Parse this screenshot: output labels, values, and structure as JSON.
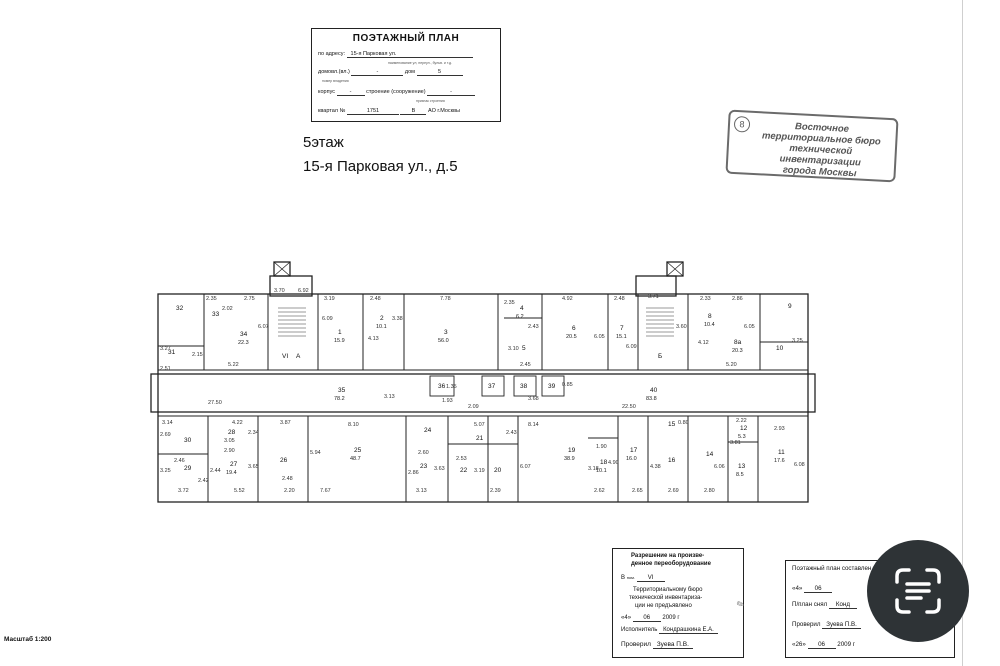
{
  "header": {
    "title": "ПОЭТАЖНЫЙ ПЛАН",
    "address_label": "по адресу:",
    "address_value": "15-я Парковая ул.",
    "address_hint": "наименование ул, переул., бульв. и т.д.",
    "domovl_label": "домовл.(вл.)",
    "domovl_value": "-",
    "dom_label": "дом",
    "dom_value": "5",
    "num_hint": "номер владения",
    "korpus_label": "корпус",
    "korpus_value": "-",
    "stroenie_label": "строение (сооружение)",
    "stroenie_value": "-",
    "type_hint": "признак строения",
    "kvartal_label": "квартал №",
    "kvartal_value": "1751",
    "okrug_prefix": "В",
    "okrug_suffix": "АО г.Москвы"
  },
  "title": {
    "floor": "5этаж",
    "address": "15-я Парковая ул., д.5"
  },
  "stamp": {
    "number": "8",
    "line1": "Восточное",
    "line2": "территориальное бюро",
    "line3": "технической инвентаризации",
    "line4": "города Москвы"
  },
  "plan": {
    "north_rooms": [
      {
        "n": "32"
      },
      {
        "n": "33"
      },
      {
        "n": "31"
      },
      {
        "n": "34",
        "a": "22.3"
      },
      {
        "n": "VI"
      },
      {
        "n": "А"
      },
      {
        "n": "1",
        "a": "15.9"
      },
      {
        "n": "2",
        "a": "10.1"
      },
      {
        "n": "3",
        "a": "56.0"
      },
      {
        "n": "4",
        "a": "6.2"
      },
      {
        "n": "5"
      },
      {
        "n": "6",
        "a": "20.5"
      },
      {
        "n": "7",
        "a": "15.1"
      },
      {
        "n": "Б"
      },
      {
        "n": "8",
        "a": "10.4"
      },
      {
        "n": "8а",
        "a": "20.3"
      },
      {
        "n": "9"
      },
      {
        "n": "10"
      }
    ],
    "corridor_rooms": [
      {
        "n": "35",
        "a": "78.2"
      },
      {
        "n": "36"
      },
      {
        "n": "37"
      },
      {
        "n": "38"
      },
      {
        "n": "39"
      },
      {
        "n": "40",
        "a": "83.8"
      }
    ],
    "south_rooms": [
      {
        "n": "30"
      },
      {
        "n": "29"
      },
      {
        "n": "28"
      },
      {
        "n": "27",
        "a": "19.4"
      },
      {
        "n": "26"
      },
      {
        "n": "25",
        "a": "48.7"
      },
      {
        "n": "24"
      },
      {
        "n": "23"
      },
      {
        "n": "21"
      },
      {
        "n": "22"
      },
      {
        "n": "20"
      },
      {
        "n": "19",
        "a": "38.9"
      },
      {
        "n": "18",
        "a": "10.1"
      },
      {
        "n": "17",
        "a": "16.0"
      },
      {
        "n": "16"
      },
      {
        "n": "15"
      },
      {
        "n": "14"
      },
      {
        "n": "13",
        "a": "8.5"
      },
      {
        "n": "12",
        "a": "5.3"
      },
      {
        "n": "11",
        "a": "17.6"
      }
    ],
    "dimensions": [
      "2.35",
      "2.02",
      "2.75",
      "6.07",
      "3.27",
      "2.15",
      "5.22",
      "2.51",
      "3.70",
      "6.92",
      "3.19",
      "6.09",
      "2.48",
      "4.13",
      "3.38",
      "7.78",
      "2.35",
      "2.43",
      "3.10",
      "2.45",
      "4.92",
      "6.05",
      "2.48",
      "6.09",
      "3.71",
      "3.60",
      "2.33",
      "2.86",
      "4.12",
      "6.05",
      "3.25",
      "5.20",
      "27.50",
      "3.13",
      "1.93",
      "2.09",
      "3.68",
      "22.50",
      "3.14",
      "2.69",
      "4.22",
      "2.34",
      "3.87",
      "8.10",
      "2.90",
      "3.05",
      "2.46",
      "3.25",
      "2.44",
      "3.72",
      "2.42",
      "5.52",
      "3.65",
      "2.48",
      "2.20",
      "7.67",
      "5.94",
      "2.60",
      "2.86",
      "3.13",
      "3.63",
      "2.53",
      "3.19",
      "2.39",
      "2.43",
      "8.14",
      "6.07",
      "1.90",
      "3.18",
      "4.90",
      "2.62",
      "2.65",
      "4.38",
      "2.69",
      "6.06",
      "2.80",
      "2.22",
      "3.81",
      "2.93",
      "6.08",
      "5.07",
      "1.35",
      "0.85",
      "0.80"
    ]
  },
  "permit": {
    "line1": "Разрешение на произве-",
    "line2": "денное переоборудование",
    "ref_prefix": "В",
    "ref_mid": "пом.",
    "ref_value": "VI",
    "body1": "Территориальному бюро",
    "body2": "технической инвентариза-",
    "body3": "ции не предъявлено",
    "date_day": "4",
    "date_month": "06",
    "date_year": "2009",
    "executor_label": "Исполнитель",
    "executor_value": "Кондрашкина Е.А.",
    "checked_label": "Проверил",
    "checked_value": "Зуева П.В."
  },
  "compiled": {
    "title": "Поэтажный план составлен",
    "date1_day": "4",
    "date1_month": "06",
    "plan_by_label": "П/план снял",
    "plan_by_value": "Конд",
    "checked_label": "Проверил",
    "checked_value": "Зуева П.В.",
    "date2_day": "26",
    "date2_month": "06",
    "date2_year": "2009"
  },
  "scale": "Масштаб 1:200",
  "ui": {
    "scan_icon": "text-scan-icon",
    "scan_bg": "#2e3336"
  }
}
